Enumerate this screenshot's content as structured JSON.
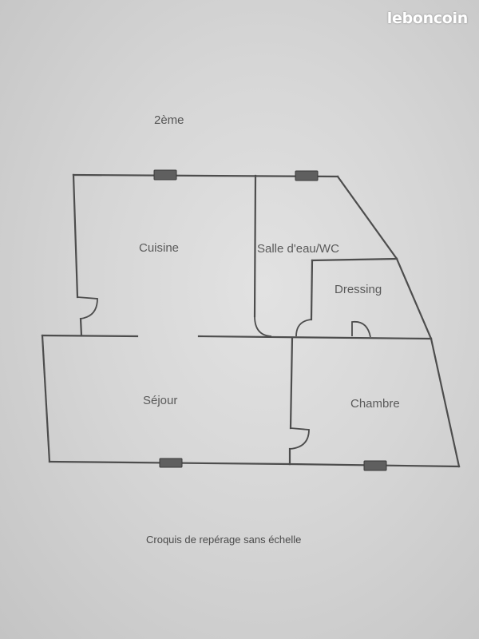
{
  "watermark": "leboncoin",
  "floor_label": "2ème",
  "rooms": {
    "cuisine": "Cuisine",
    "salle_eau_wc": "Salle d'eau/WC",
    "dressing": "Dressing",
    "sejour": "Séjour",
    "chambre": "Chambre"
  },
  "caption": "Croquis de repérage sans échelle"
}
